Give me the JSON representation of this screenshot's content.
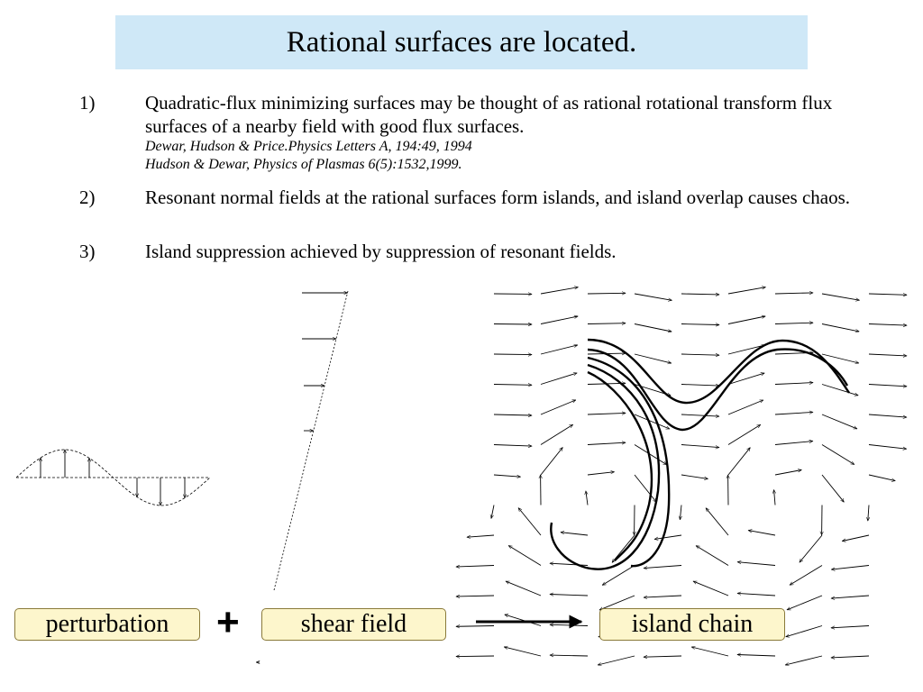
{
  "title": "Rational surfaces are located.",
  "items": [
    {
      "num": "1)",
      "text": "Quadratic-flux minimizing surfaces may be thought of as rational rotational transform flux surfaces of a nearby field with good flux surfaces.",
      "refs": [
        "Dewar, Hudson & Price.Physics Letters A, 194:49, 1994",
        "Hudson & Dewar, Physics of Plasmas 6(5):1532,1999."
      ]
    },
    {
      "num": "2)",
      "text": "Resonant normal fields at the rational surfaces form islands, and island overlap causes chaos."
    },
    {
      "num": "3)",
      "text": "Island suppression achieved by suppression of resonant fields."
    }
  ],
  "labels": {
    "perturbation": "perturbation",
    "plus": "+",
    "shear": "shear field",
    "island": "island chain"
  }
}
